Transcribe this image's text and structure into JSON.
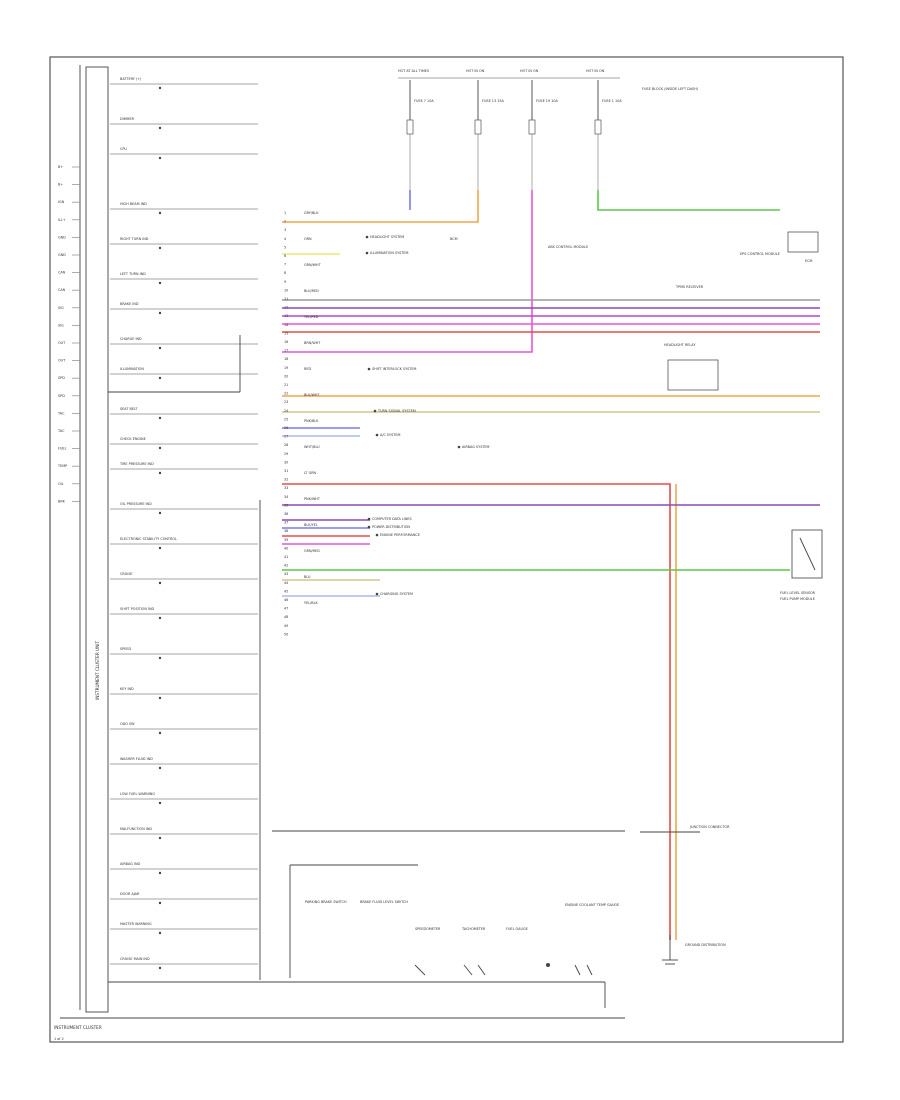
{
  "diagram": {
    "footer_title": "INSTRUMENT CLUSTER",
    "footer_page": "1 of 2",
    "cluster_label": "INSTRUMENT CLUSTER UNIT"
  },
  "colors": {
    "orange": "#f2a64a",
    "pink": "#e857d8",
    "green": "#5cc94a",
    "blue": "#7a7af0",
    "red": "#e84a4a",
    "purple": "#8a4ab8",
    "violet": "#b04ad0",
    "lightblue": "#a8b8f0",
    "tan": "#d9c48a",
    "yellow": "#e8e870",
    "gray": "#9a9a9a"
  },
  "fuses_top": [
    "HOT AT ALL TIMES",
    "HOT IN ON",
    "HOT IN ON",
    "HOT IN ON"
  ],
  "fuse_ratings": [
    "FUSE 7 10A",
    "FUSE 13 15A",
    "FUSE 19 10A",
    "FUSE 1 10A"
  ],
  "fuse_box_note": "FUSE BLOCK (INSIDE LEFT DASH)",
  "left_terminals": [
    "B+",
    "B+",
    "IGN",
    "ILL+",
    "GND",
    "GND",
    "CAN",
    "CAN",
    "SIG",
    "SIG",
    "OUT",
    "OUT",
    "SPD",
    "SPD",
    "TAC",
    "TAC",
    "FUEL",
    "TEMP",
    "OIL",
    "BRK"
  ],
  "cluster_blocks": [
    "BATTERY (+)",
    "DIMMER",
    "CPU",
    "HIGH BEAM IND",
    "RIGHT TURN IND",
    "LEFT TURN IND",
    "BRAKE IND",
    "CHARGE IND",
    "ILLUMINATION",
    "SEAT BELT",
    "CHECK ENGINE",
    "TIRE PRESSURE IND",
    "OIL PRESSURE IND",
    "ELECTRONIC STABILITY CONTROL",
    "CRUISE",
    "SHIFT POSITION IND",
    "SPEED",
    "KEY IND",
    "ODO SW",
    "WASHER FLUID IND",
    "LOW FUEL WARNING",
    "MALFUNCTION IND",
    "AIRBAG IND",
    "DOOR AJAR",
    "MASTER WARNING",
    "CRUISE MAIN IND"
  ],
  "wire_labels": [
    "GRY/BLK",
    "ORN",
    "GRN/WHT",
    "BLU/RED",
    "YEL/RED",
    "BRN/WHT",
    "RED",
    "BLK/WHT",
    "PNK/BLK",
    "WHT/BLU",
    "LT GRN",
    "PNK/WHT",
    "BLK/YEL",
    "GRN/RED",
    "BLU",
    "YEL/BLK"
  ],
  "destinations": [
    "HEADLIGHT SYSTEM",
    "ILLUMINATION SYSTEM",
    "SHIFT INTERLOCK SYSTEM",
    "TURN SIGNAL SYSTEM",
    "A/C SYSTEM",
    "AIRBAG SYSTEM",
    "COMPUTER DATA LINES",
    "POWER DISTRIBUTION",
    "ENGINE PERFORMANCE",
    "CHARGING SYSTEM"
  ],
  "components": {
    "fuel_sender": "FUEL LEVEL SENSOR",
    "fuel_pump": "FUEL PUMP MODULE",
    "junction": "JUNCTION CONNECTOR",
    "ground": "GROUND DISTRIBUTION",
    "bottom_a": "SPEEDOMETER",
    "bottom_b": "TACHOMETER",
    "bottom_c": "FUEL GAUGE",
    "bottom_d": "ENGINE COOLANT TEMP GAUGE",
    "relay": "HEADLIGHT RELAY",
    "brake_sw": "BRAKE FLUID LEVEL SWITCH",
    "park_sw": "PARKING BRAKE SWITCH",
    "ecm": "ECM",
    "bcm": "BCM",
    "abs": "ABS CONTROL MODULE",
    "tpms": "TPMS RECEIVER",
    "eps": "EPS CONTROL MODULE"
  }
}
